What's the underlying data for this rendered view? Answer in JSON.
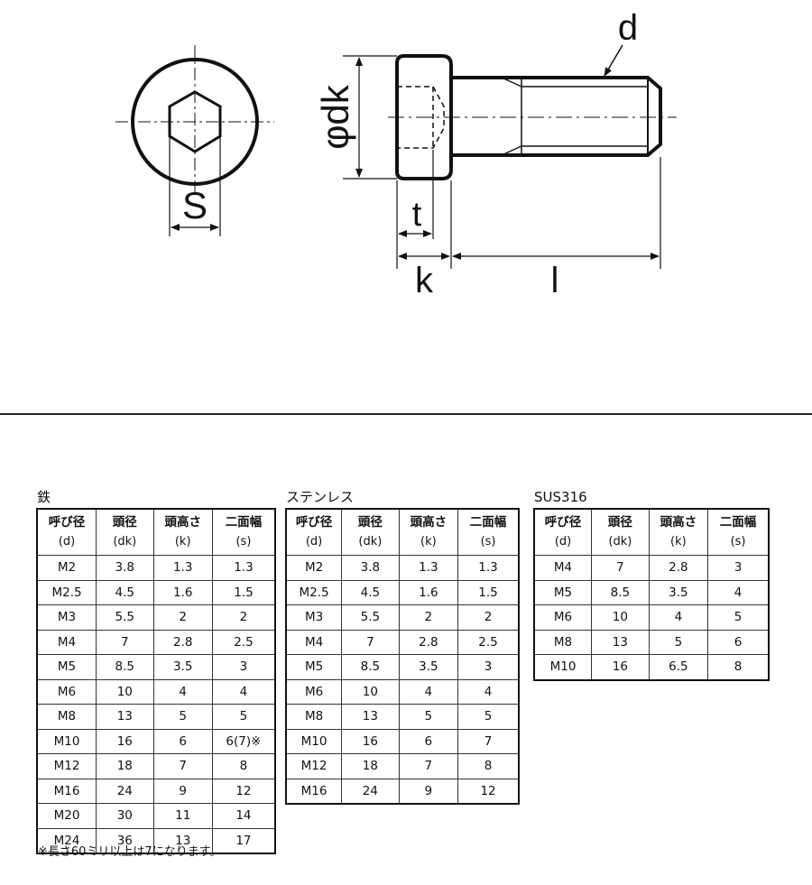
{
  "diagram": {
    "labels": {
      "s": "S",
      "dk": "φdk",
      "t": "t",
      "k": "k",
      "l": "l",
      "d": "d"
    }
  },
  "tables": [
    {
      "title": "鉄",
      "headers": [
        {
          "ja": "呼び径",
          "sym": "(d)"
        },
        {
          "ja": "頭径",
          "sym": "(dk)"
        },
        {
          "ja": "頭高さ",
          "sym": "(k)"
        },
        {
          "ja": "二面幅",
          "sym": "(s)"
        }
      ],
      "rows": [
        [
          "M2",
          "3.8",
          "1.3",
          "1.3"
        ],
        [
          "M2.5",
          "4.5",
          "1.6",
          "1.5"
        ],
        [
          "M3",
          "5.5",
          "2",
          "2"
        ],
        [
          "M4",
          "7",
          "2.8",
          "2.5"
        ],
        [
          "M5",
          "8.5",
          "3.5",
          "3"
        ],
        [
          "M6",
          "10",
          "4",
          "4"
        ],
        [
          "M8",
          "13",
          "5",
          "5"
        ],
        [
          "M10",
          "16",
          "6",
          "6(7)※"
        ],
        [
          "M12",
          "18",
          "7",
          "8"
        ],
        [
          "M16",
          "24",
          "9",
          "12"
        ],
        [
          "M20",
          "30",
          "11",
          "14"
        ],
        [
          "M24",
          "36",
          "13",
          "17"
        ]
      ]
    },
    {
      "title": "ステンレス",
      "headers": [
        {
          "ja": "呼び径",
          "sym": "(d)"
        },
        {
          "ja": "頭径",
          "sym": "(dk)"
        },
        {
          "ja": "頭高さ",
          "sym": "(k)"
        },
        {
          "ja": "二面幅",
          "sym": "(s)"
        }
      ],
      "rows": [
        [
          "M2",
          "3.8",
          "1.3",
          "1.3"
        ],
        [
          "M2.5",
          "4.5",
          "1.6",
          "1.5"
        ],
        [
          "M3",
          "5.5",
          "2",
          "2"
        ],
        [
          "M4",
          "7",
          "2.8",
          "2.5"
        ],
        [
          "M5",
          "8.5",
          "3.5",
          "3"
        ],
        [
          "M6",
          "10",
          "4",
          "4"
        ],
        [
          "M8",
          "13",
          "5",
          "5"
        ],
        [
          "M10",
          "16",
          "6",
          "7"
        ],
        [
          "M12",
          "18",
          "7",
          "8"
        ],
        [
          "M16",
          "24",
          "9",
          "12"
        ]
      ]
    },
    {
      "title": "SUS316",
      "headers": [
        {
          "ja": "呼び径",
          "sym": "(d)"
        },
        {
          "ja": "頭径",
          "sym": "(dk)"
        },
        {
          "ja": "頭高さ",
          "sym": "(k)"
        },
        {
          "ja": "二面幅",
          "sym": "(s)"
        }
      ],
      "rows": [
        [
          "M4",
          "7",
          "2.8",
          "3"
        ],
        [
          "M5",
          "8.5",
          "3.5",
          "4"
        ],
        [
          "M6",
          "10",
          "4",
          "5"
        ],
        [
          "M8",
          "13",
          "5",
          "6"
        ],
        [
          "M10",
          "16",
          "6.5",
          "8"
        ]
      ]
    }
  ],
  "footnote": "※長さ60ミリ以上は7になります。"
}
